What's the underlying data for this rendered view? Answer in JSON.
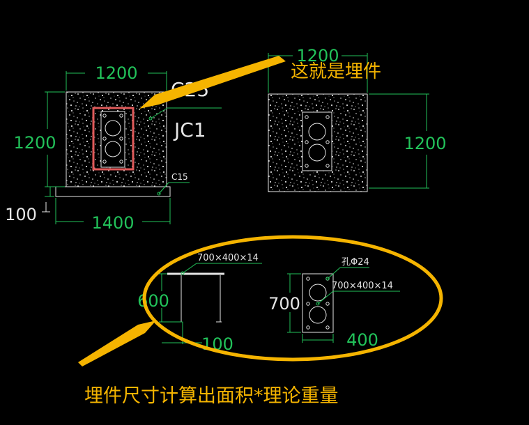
{
  "colors": {
    "background": "#000000",
    "cad_line": "#22c25a",
    "cad_white": "#e6e6e6",
    "annotation_yellow": "#f5b400",
    "highlight_red": "#e05a5a"
  },
  "left_detail": {
    "top_dim": "1200",
    "side_dim": "1200",
    "bottom_dim": "1400",
    "cushion_dim": "100",
    "concrete_label": "C25",
    "foundation_label": "JC1",
    "cushion_label": "C15"
  },
  "right_detail": {
    "top_dim": "1200",
    "side_dim": "1200"
  },
  "embed_part": {
    "side_plate_label": "700×400×14",
    "side_height_dim": "600",
    "side_offset_dim": "100",
    "hole_label": "孔Φ24",
    "front_plate_label": "700×400×14",
    "front_height_dim": "700",
    "front_width_dim": "400"
  },
  "annotations": {
    "embed_callout": "这就是埋件",
    "calc_note": "埋件尺寸计算出面积*理论重量"
  }
}
